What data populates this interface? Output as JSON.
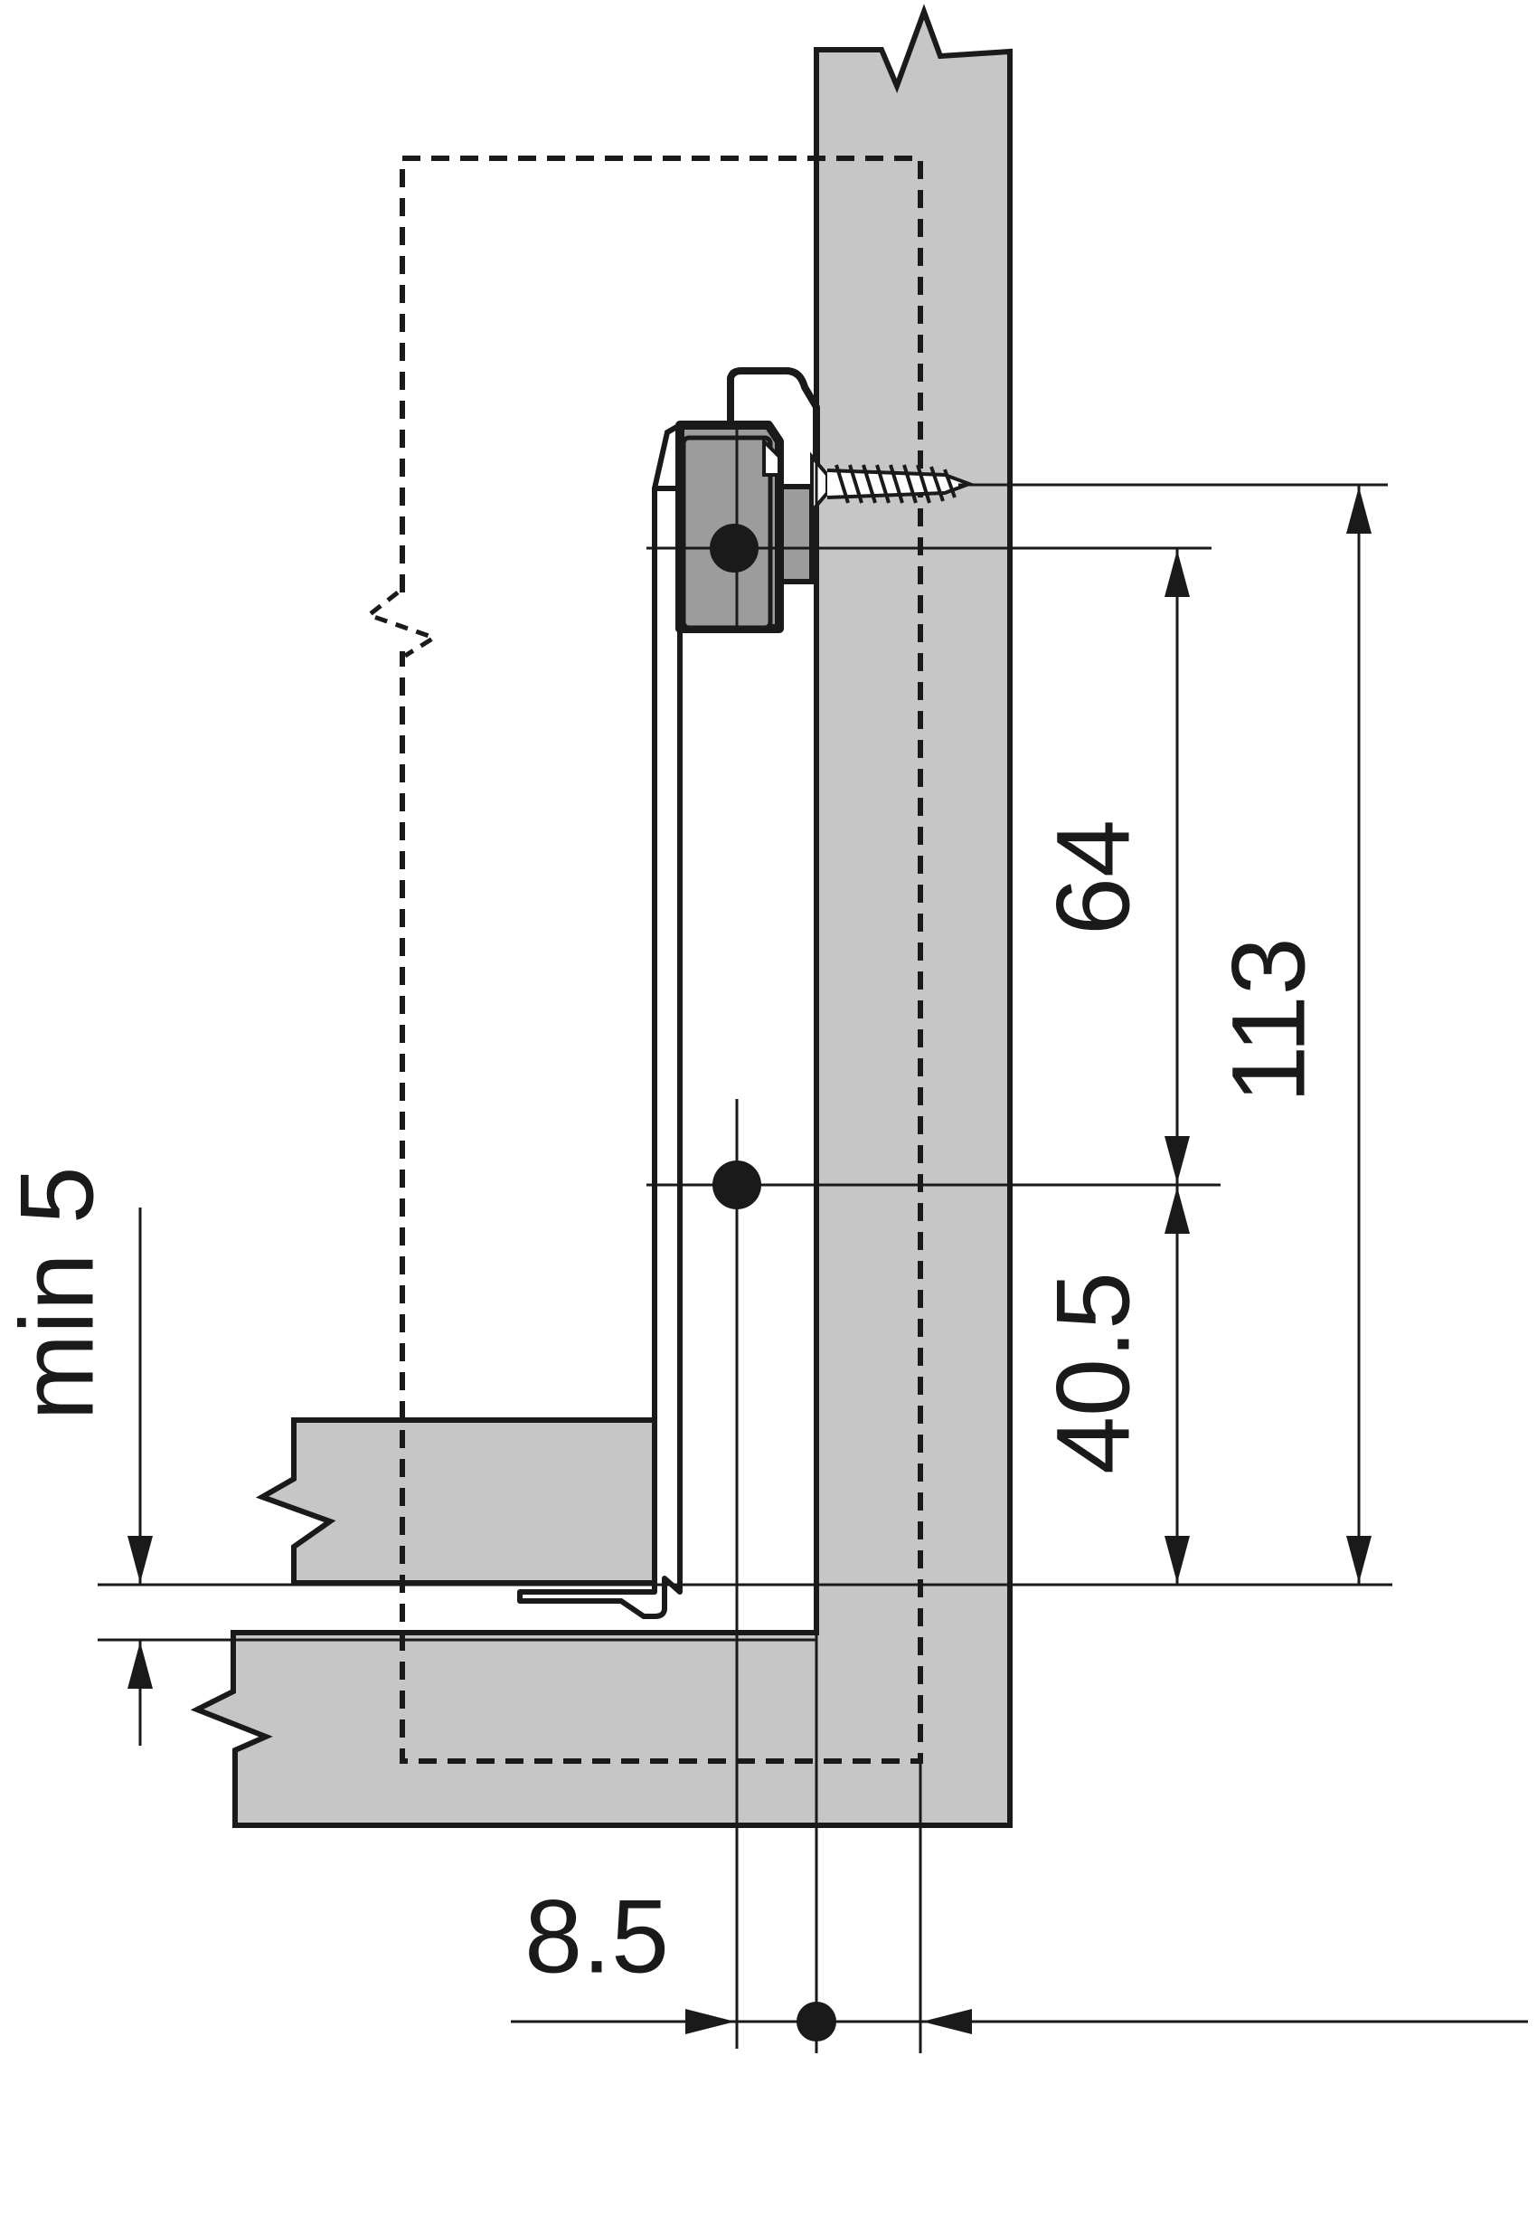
{
  "colors": {
    "line": "#1a1a1a",
    "panel_fill": "#c6c6c6",
    "bracket_fill": "#9c9c9c",
    "background": "#ffffff"
  },
  "dimensions": {
    "height_64": "64",
    "height_113": "113",
    "height_40_5": "40.5",
    "min_gap": "min 5",
    "offset_8_5": "8.5"
  }
}
